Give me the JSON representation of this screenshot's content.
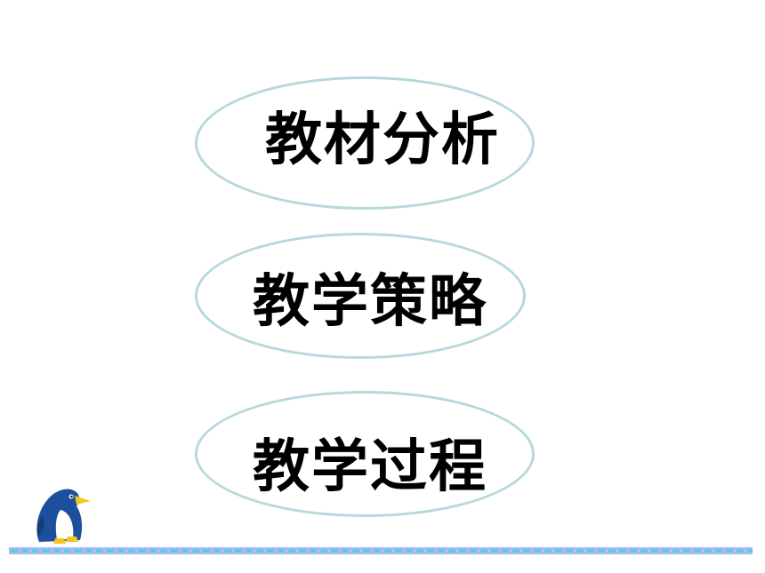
{
  "menu": {
    "items": [
      {
        "label": "教材分析"
      },
      {
        "label": "教学策略"
      },
      {
        "label": "教学过程"
      }
    ]
  },
  "colors": {
    "oval_border": "#b7d8dc",
    "stripe_cyan": "#4fd1e6",
    "stripe_lavender": "#b9b4f2",
    "penguin_body": "#1e4f9c",
    "penguin_beak": "#f2c81e"
  },
  "icons": {
    "mascot": "penguin-icon"
  }
}
